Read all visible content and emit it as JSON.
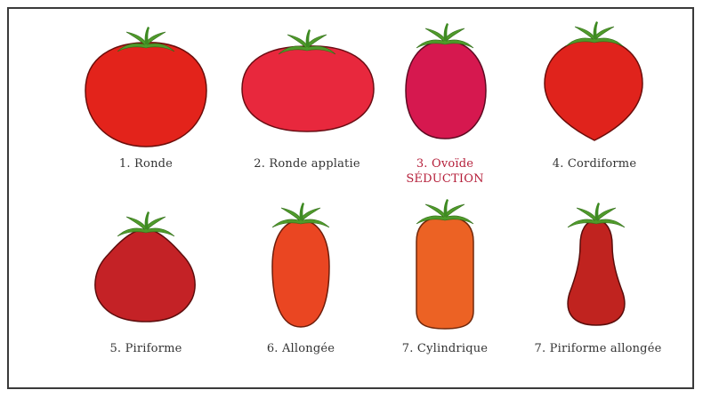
{
  "varieties": [
    {
      "label": "1. Ronde",
      "color": "#e3231b",
      "dark": "#6b0d0a",
      "highlight": false
    },
    {
      "label": "2. Ronde applatie",
      "color": "#e8283d",
      "dark": "#6b0d14",
      "highlight": false
    },
    {
      "label": "3. Ovoïde",
      "sublabel": "SÉDUCTION",
      "color": "#d6184f",
      "dark": "#5e0a22",
      "highlight": true
    },
    {
      "label": "4. Cordiforme",
      "color": "#e0231c",
      "dark": "#6b0d0a",
      "highlight": false
    },
    {
      "label": "5. Piriforme",
      "color": "#c42226",
      "dark": "#5e0d0d",
      "highlight": false
    },
    {
      "label": "6. Allongée",
      "color": "#ea4622",
      "dark": "#6e1d0b",
      "highlight": false
    },
    {
      "label": "7. Cylindrique",
      "color": "#ec6224",
      "dark": "#70280b",
      "highlight": false
    },
    {
      "label": "7. Piriforme allongée",
      "color": "#c0231f",
      "dark": "#5a0d0b",
      "highlight": false
    }
  ],
  "colors": {
    "highlight_text": "#b51f3a",
    "stem": "#4f9a2a",
    "stem_light": "#8cc63f",
    "frame": "#3a3a3a"
  }
}
